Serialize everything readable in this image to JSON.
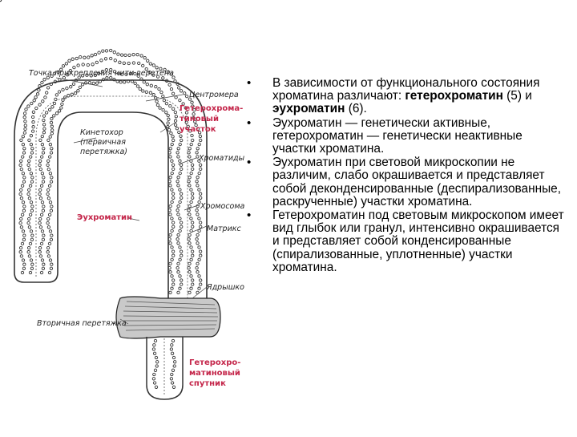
{
  "diagram": {
    "labels": {
      "spindle_attachment": "Точка прикрепления нити веретена",
      "centromere": "Центромера",
      "heterochromatin_region": "Гетерохрома-\nтиновый\nучасток",
      "kinetochore": "Кинетохор\n(первичная\nперетяжка)",
      "chromatids": "Хроматиды",
      "chromosome": "Хромосома",
      "euchromatin": "Эухроматин",
      "matrix": "Матрикс",
      "nucleolus": "Ядрышко",
      "secondary_constriction": "Вторичная перетяжка",
      "heterochromatin_satellite": "Гетерохро-\nматиновый\nспутник"
    },
    "colors": {
      "accent_red": "#c4264a",
      "line": "#333333"
    }
  },
  "bullets": [
    {
      "parts": [
        {
          "text": "В зависимости от функционального состояния хроматина различают: ",
          "bold": false
        },
        {
          "text": "гетерохроматин",
          "bold": true
        },
        {
          "text": " (5) и ",
          "bold": false
        },
        {
          "text": "эухроматин",
          "bold": true
        },
        {
          "text": " (6).",
          "bold": false
        }
      ]
    },
    {
      "parts": [
        {
          "text": "Эухроматин — генетически активные, гетерохроматин — генетически неактивные участки хроматина.",
          "bold": false
        }
      ]
    },
    {
      "parts": [
        {
          "text": " Эухроматин при световой микроскопии не различим, слабо окрашивается и представляет собой деконденсированные (деспирализованные, раскрученные) участки хроматина.",
          "bold": false
        }
      ]
    },
    {
      "parts": [
        {
          "text": " Гетерохроматин под световым микроскопом имеет вид глыбок или гранул, интенсивно окрашивается и представляет собой конденсированные (спирализованные, уплотненные) участки хроматина.",
          "bold": false
        }
      ]
    }
  ],
  "bullet_glyph": "•"
}
